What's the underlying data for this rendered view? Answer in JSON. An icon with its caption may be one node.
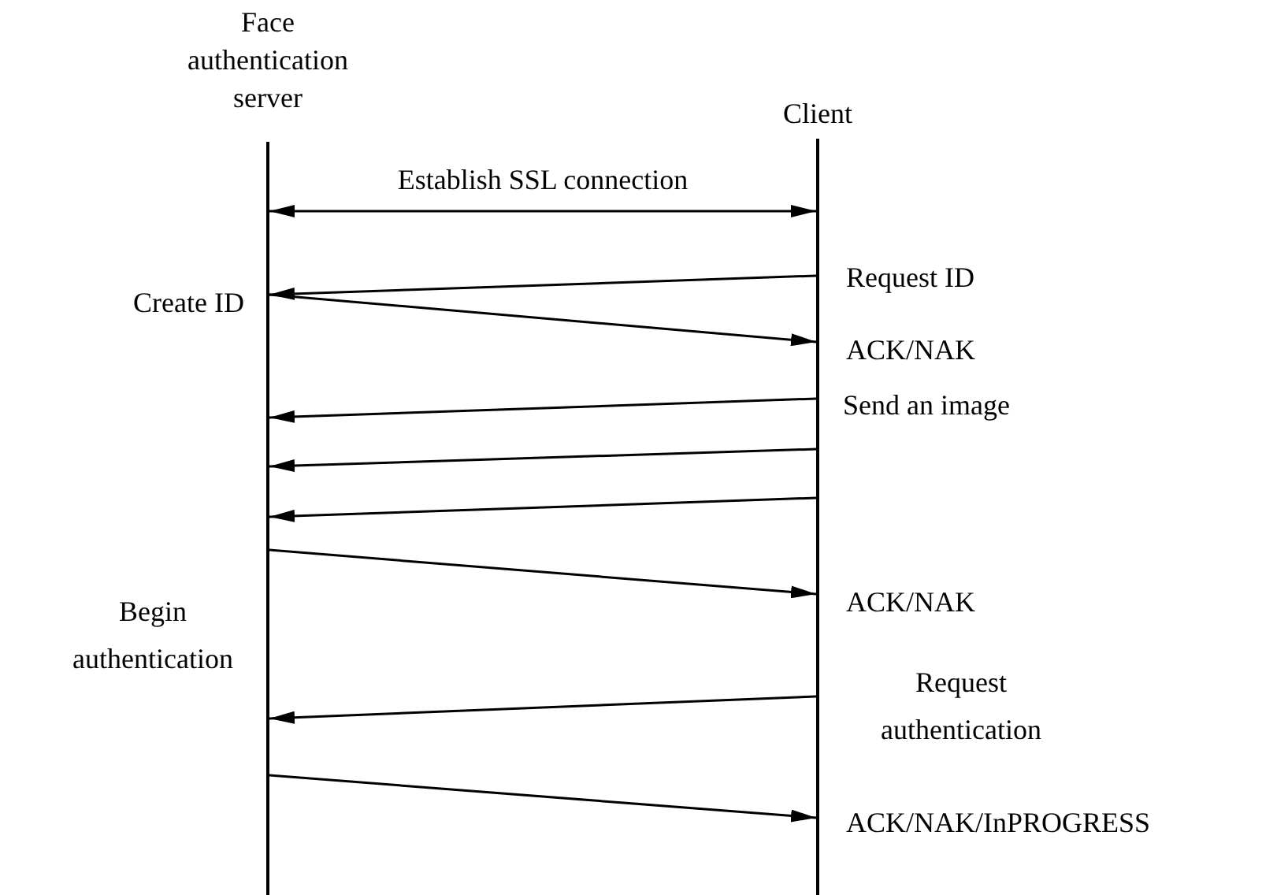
{
  "diagram": {
    "nodes": [
      {
        "text": [
          "Face authentication server"
        ]
      },
      {
        "text": [
          "Client"
        ]
      }
    ],
    "edges": [
      {
        "from": 0,
        "to": 1,
        "arrow": "both",
        "label": "Establish SSL connection"
      },
      {
        "from": 1,
        "to": 0,
        "arrow": "to"
      },
      {
        "from": 0,
        "to": 1,
        "arrow": "to"
      },
      {
        "from": 1,
        "to": 0,
        "arrow": "to"
      },
      {
        "from": 1,
        "to": 0,
        "arrow": "to"
      },
      {
        "from": 1,
        "to": 0,
        "arrow": "to"
      },
      {
        "from": 0,
        "to": 1,
        "arrow": "to"
      },
      {
        "from": 1,
        "to": 0,
        "arrow": "to"
      },
      {
        "from": 0,
        "to": 1,
        "arrow": "to"
      }
    ],
    "labels": [
      "Request ID",
      "Create ID",
      "ACK/NAK",
      "Send an image",
      "Begin authentication",
      "ACK/NAK",
      "Request authentication",
      "ACK/NAK/InPROGRESS"
    ]
  }
}
